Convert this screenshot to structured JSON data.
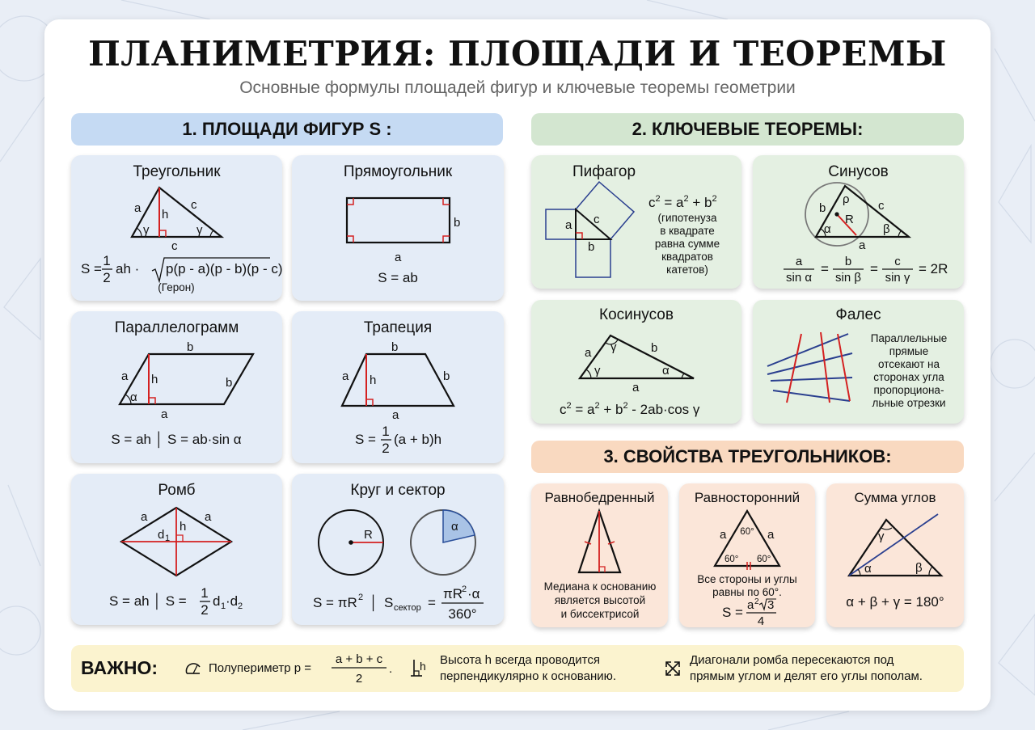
{
  "title": "ПЛАНИМЕТРИЯ: ПЛОЩАДИ И ТЕОРЕМЫ",
  "subtitle": "Основные формулы площадей фигур и ключевые теоремы геометрии",
  "sections": {
    "areas": "1.  ПЛОЩАДИ ФИГУР S :",
    "theorems": "2. КЛЮЧЕВЫЕ ТЕОРЕМЫ:",
    "properties": "3.  СВОЙСТВА ТРЕУГОЛЬНИКОВ:"
  },
  "colors": {
    "blue_header": "#c5daf3",
    "green_header": "#d3e6d0",
    "peach_header": "#f9d9c0",
    "red_line": "#d42020",
    "blue_line": "#2a3f8f"
  },
  "cards": {
    "triangle": {
      "title": "Треугольник",
      "labels": {
        "a": "a",
        "b": "c",
        "h": "h",
        "c": "c",
        "gamma1": "γ",
        "gamma2": "γ"
      },
      "formula_s": "S =",
      "frac_num": "1",
      "frac_den": "2",
      "formula_ah": "ah ·",
      "formula_root": "p(p - a)(p - b)(p - c)",
      "note": "(Герон)"
    },
    "rectangle": {
      "title": "Прямоугольник",
      "labels": {
        "a": "a",
        "b": "b"
      },
      "formula": "S = ab"
    },
    "parallelogram": {
      "title": "Параллелограмм",
      "labels": {
        "top": "b",
        "a": "a",
        "h": "h",
        "b": "b",
        "bottom": "a",
        "alpha": "α"
      },
      "formula": "S = ah  │  S = ab·sin α"
    },
    "trapezoid": {
      "title": "Трапеция",
      "labels": {
        "top": "b",
        "a": "a",
        "h": "h",
        "b": "b",
        "bottom": "a"
      },
      "formula_s": "S =",
      "frac_num": "1",
      "frac_den": "2",
      "formula_tail": "(a + b)h"
    },
    "rhombus": {
      "title": "Ромб",
      "labels": {
        "a1": "a",
        "a2": "a",
        "h": "h",
        "d": "d",
        "d_sub": "1"
      },
      "formula_left": "S = ah  │  S =",
      "frac_num": "1",
      "frac_den": "2",
      "formula_tail": "d",
      "sub1": "1",
      "dot": "·d",
      "sub2": "2"
    },
    "circle": {
      "title": "Круг и сектор",
      "labels": {
        "R": "R",
        "alpha": "α"
      },
      "formula_left": "S = πR",
      "sup": "2",
      "sep": "│",
      "s_sector": "S",
      "sector_sub": "сектор",
      "eq": "=",
      "frac_num": "πR",
      "frac_num_sup": "2",
      "frac_num_tail": "·α",
      "frac_den": "360°"
    },
    "pythagoras": {
      "title": "Пифагор",
      "labels": {
        "a": "a",
        "b": "b",
        "c": "c"
      },
      "formula": "c",
      "formula_parts": [
        "c",
        "2",
        " = a",
        "2",
        " + b",
        "2"
      ],
      "note_lines": [
        "(гипотенуза",
        "в квадрате",
        "равна сумме",
        "квадратов",
        "катетов)"
      ]
    },
    "sines": {
      "title": "Синусов",
      "labels": {
        "b": "b",
        "rho": "ρ",
        "c": "c",
        "R": "R",
        "alpha": "α",
        "beta": "β",
        "a": "a"
      },
      "fr1_num": "a",
      "fr1_den": "sin α",
      "fr2_num": "b",
      "fr2_den": "sin β",
      "fr3_num": "c",
      "fr3_den": "sin γ",
      "eq": "=",
      "tail": "= 2R"
    },
    "cosines": {
      "title": "Косинусов",
      "labels": {
        "a": "a",
        "gamma": "γ",
        "b": "b",
        "gamma2": "γ",
        "alpha": "α",
        "bottom": "a"
      },
      "formula_parts": [
        "c",
        "2",
        " = a",
        "2",
        " + b",
        "2",
        " - 2ab·cos γ"
      ]
    },
    "thales": {
      "title": "Фалес",
      "note_lines": [
        "Параллельные",
        "прямые",
        "отсекают на",
        "сторонах угла",
        "пропорциона-",
        "льные отрезки"
      ]
    },
    "isosceles": {
      "title": "Равнобедренный",
      "note_lines": [
        "Медиана к основанию",
        "является высотой",
        "и биссектрисой"
      ]
    },
    "equilateral": {
      "title": "Равносторонний",
      "labels": {
        "top": "60°",
        "left": "60°",
        "right": "60°",
        "a1": "a",
        "a2": "a"
      },
      "note_lines": [
        "Все стороны и углы",
        "равны по 60°."
      ],
      "formula_s": "S =",
      "frac_num": "a",
      "frac_num_sup": "2",
      "frac_num_root": "3",
      "frac_den": "4"
    },
    "angle_sum": {
      "title": "Сумма углов",
      "labels": {
        "gamma": "γ",
        "alpha": "α",
        "beta": "β"
      },
      "formula": "α + β + γ = 180°"
    }
  },
  "footer": {
    "important": "ВАЖНО:",
    "item1_text": "Полупериметр p =",
    "item1_num": "a + b + c",
    "item1_den": "2",
    "item1_dot": ".",
    "item1_icon": "semi-circle-icon",
    "item2_lines": [
      "Высота h всегда проводится",
      "перпендикулярно к основанию."
    ],
    "item2_icon": "height-icon",
    "item2_icon_label": "h",
    "item3_lines": [
      "Диагонали ромба пересекаются под",
      "прямым углом и делят его углы пополам."
    ],
    "item3_icon": "diagonals-icon"
  }
}
